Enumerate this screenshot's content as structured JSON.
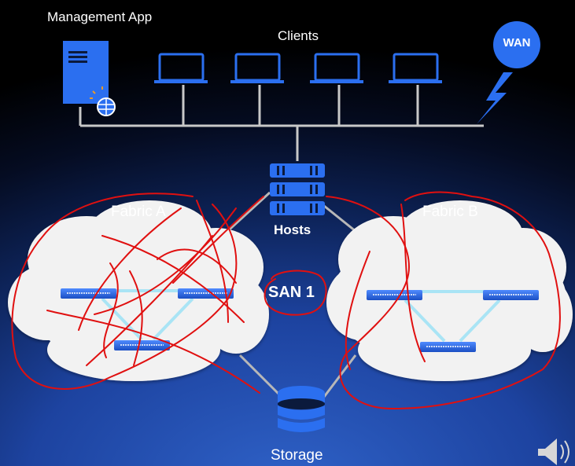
{
  "labels": {
    "management_app": "Management App",
    "clients": "Clients",
    "wan": "WAN",
    "hosts": "Hosts",
    "fabric_a": "Fabric A",
    "fabric_b": "Fabric B",
    "san": "SAN 1",
    "storage": "Storage"
  },
  "icons": [
    "server-tower-icon",
    "globe-badge-icon",
    "laptop-icon",
    "lightning-bolt-icon",
    "rack-server-icon",
    "switch-icon",
    "database-icon",
    "speaker-icon"
  ],
  "colors": {
    "device_blue": "#2b6ff0",
    "wire": "#c8c8c8",
    "annotation_red": "#e01010",
    "cloud": "#f2f2f2"
  }
}
